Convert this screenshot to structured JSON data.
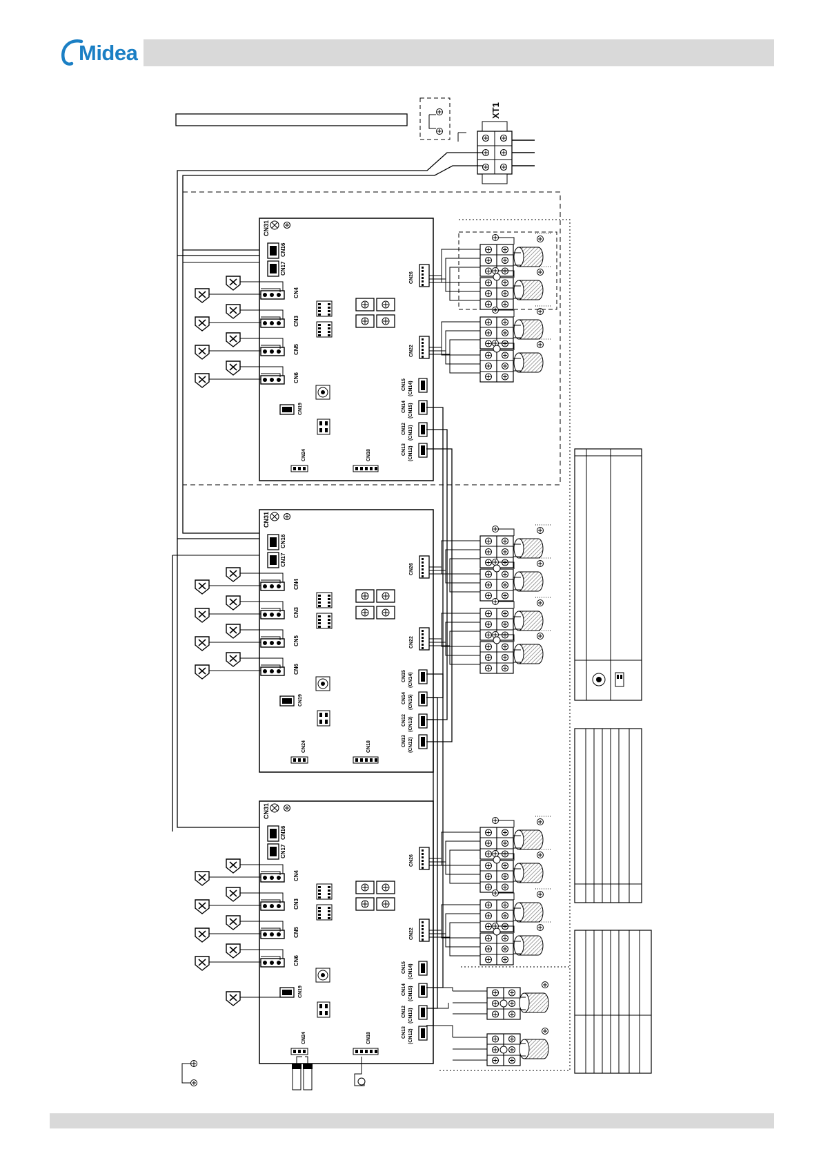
{
  "brand": {
    "logo": "Midea",
    "color": "#1b7fc4"
  },
  "diagram": {
    "terminal_block": "XT1",
    "boards": [
      {
        "cn31": "CN31",
        "cn16": "CN16",
        "cn17": "CN17",
        "cn4": "CN4",
        "cn3": "CN3",
        "cn5": "CN5",
        "cn6": "CN6",
        "cn19": "CN19",
        "cn26": "CN26",
        "cn22": "CN22",
        "cn15": "CN15",
        "cn14a": "(CN14)",
        "cn14": "CN14",
        "cn15a": "(CN15)",
        "cn12": "CN12",
        "cn13a": "(CN13)",
        "cn13": "CN13",
        "cn12a": "(CN12)",
        "cn24": "CN24",
        "cn18": "CN18"
      },
      {
        "cn31": "CN31",
        "cn16": "CN16",
        "cn17": "CN17",
        "cn4": "CN4",
        "cn3": "CN3",
        "cn5": "CN5",
        "cn6": "CN6",
        "cn19": "CN19",
        "cn26": "CN26",
        "cn22": "CN22",
        "cn15": "CN15",
        "cn14a": "(CN14)",
        "cn14": "CN14",
        "cn15a": "(CN15)",
        "cn12": "CN12",
        "cn13a": "(CN13)",
        "cn13": "CN13",
        "cn12a": "(CN12)",
        "cn24": "CN24",
        "cn18": "CN18"
      },
      {
        "cn31": "CN31",
        "cn16": "CN16",
        "cn17": "CN17",
        "cn4": "CN4",
        "cn3": "CN3",
        "cn5": "CN5",
        "cn6": "CN6",
        "cn19": "CN19",
        "cn26": "CN26",
        "cn22": "CN22",
        "cn15": "CN15",
        "cn14a": "(CN14)",
        "cn14": "CN14",
        "cn15a": "(CN15)",
        "cn12": "CN12",
        "cn13a": "(CN13)",
        "cn13": "CN13",
        "cn12a": "(CN12)",
        "cn24": "CN24",
        "cn18": "CN18"
      }
    ]
  }
}
